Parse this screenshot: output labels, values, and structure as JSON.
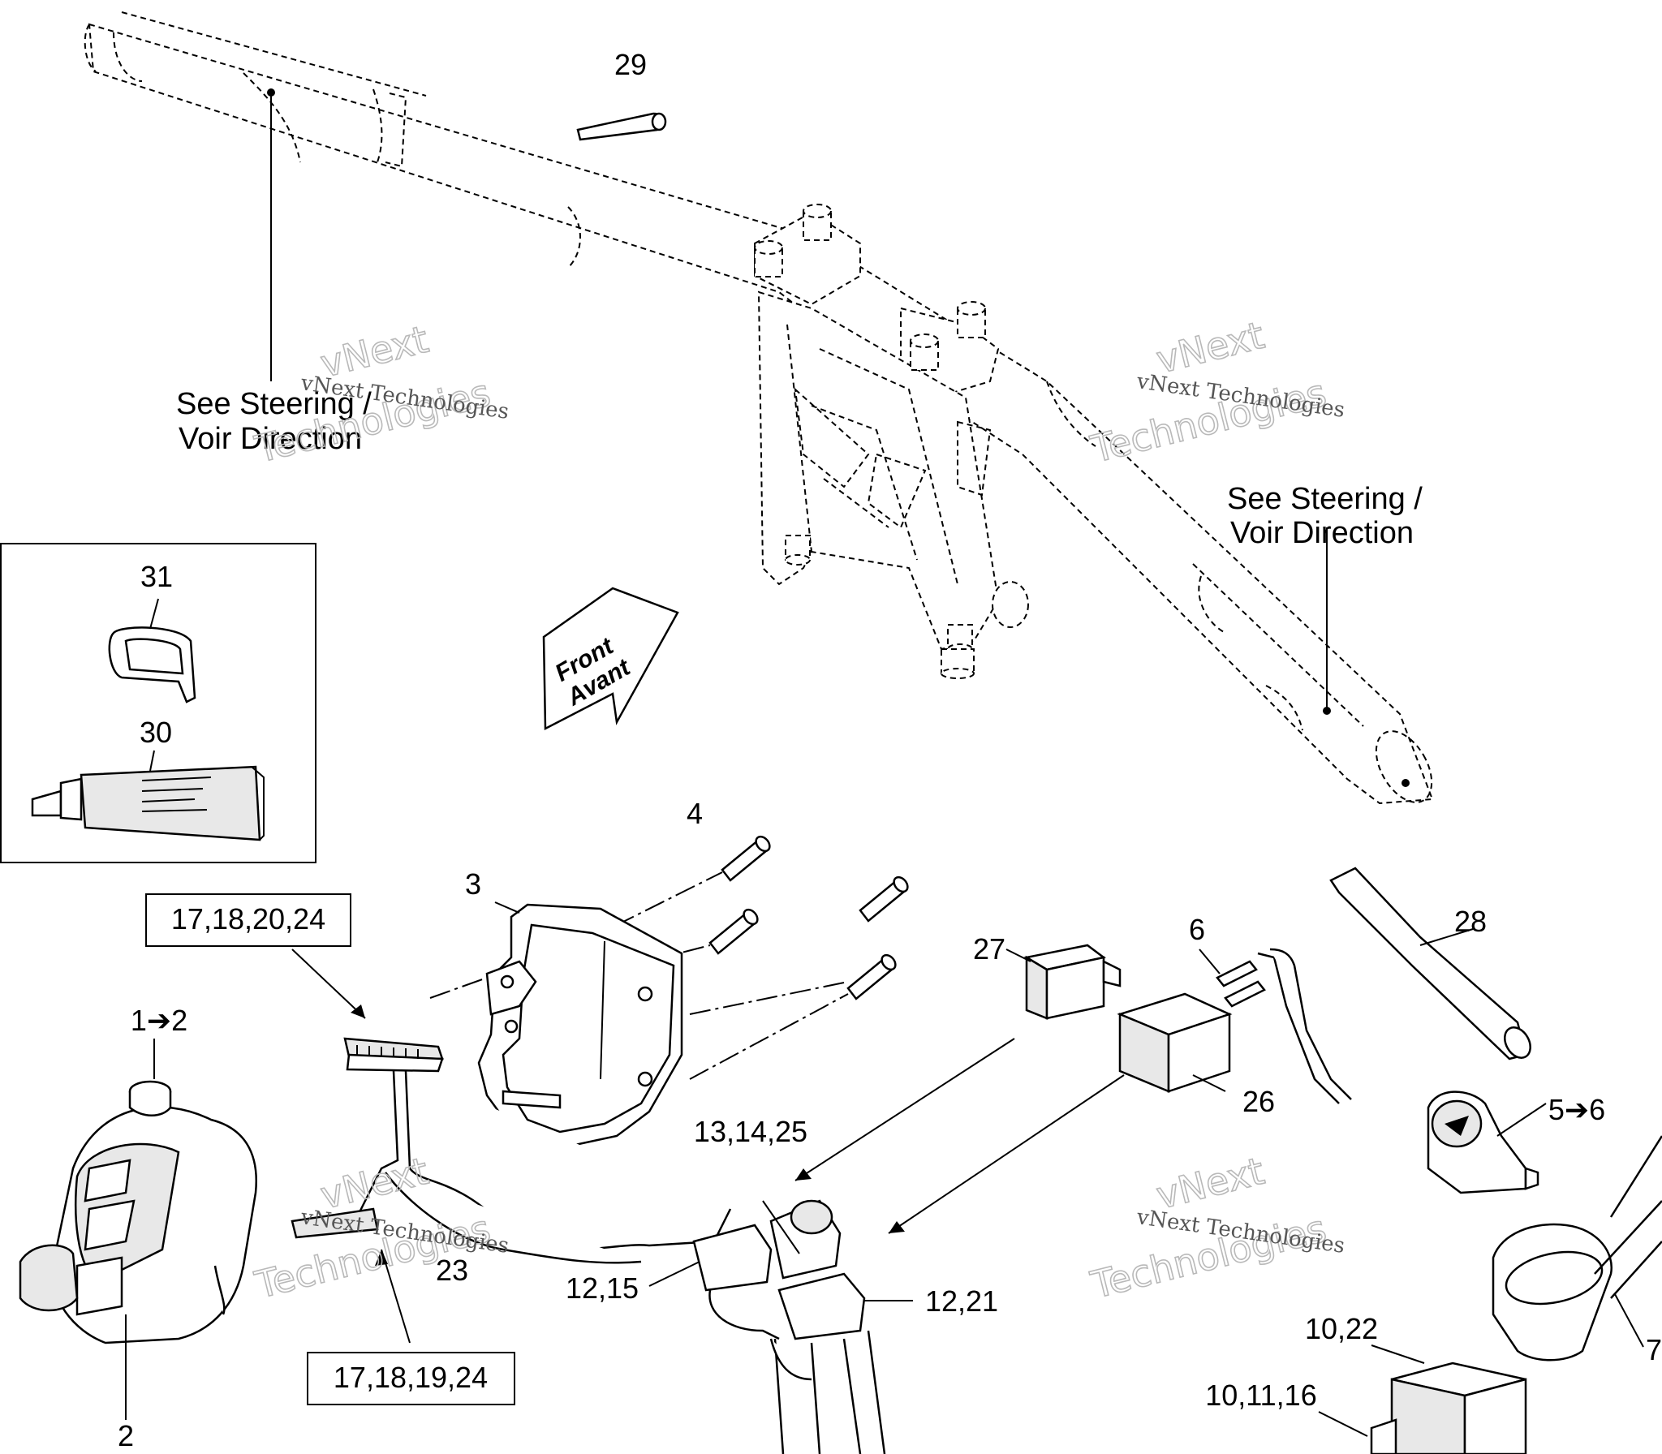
{
  "callouts": {
    "c29": "29",
    "c31": "31",
    "c30": "30",
    "c4": "4",
    "c3": "3",
    "c17_18_20_24": "17,18,20,24",
    "c27": "27",
    "c6": "6",
    "c28": "28",
    "c1_2": "1➔2",
    "c13_14_25": "13,14,25",
    "c26": "26",
    "c5_6": "5➔6",
    "c23": "23",
    "c12_15": "12,15",
    "c12_21": "12,21",
    "c10_22": "10,22",
    "c10_11_16": "10,11,16",
    "c2": "2",
    "c7": "7",
    "c17_18_19_24": "17,18,19,24"
  },
  "notes": {
    "left_line1": "See Steering /",
    "left_line2": "Voir Direction",
    "right_line1": "See Steering /",
    "right_line2": "Voir Direction"
  },
  "arrow": {
    "line1": "Front",
    "line2": "Avant"
  },
  "watermark": {
    "word1": "vNext",
    "word2": "Technologies",
    "small": "vNext Technologies"
  }
}
